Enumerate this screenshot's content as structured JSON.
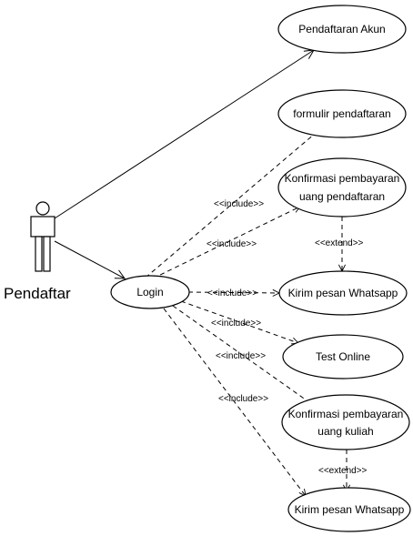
{
  "actor": {
    "name": "Pendaftar"
  },
  "use_cases": {
    "pendaftaran_akun": "Pendaftaran Akun",
    "formulir": "formulir pendaftaran",
    "konfirmasi_daftar_1": "Konfirmasi pembayaran",
    "konfirmasi_daftar_2": "uang pendaftaran",
    "login": "Login",
    "wa1": "Kirim pesan Whatsapp",
    "test_online": "Test Online",
    "konfirmasi_kuliah_1": "Konfirmasi pembayaran",
    "konfirmasi_kuliah_2": "uang kuliah",
    "wa2": "Kirim pesan Whatsapp"
  },
  "relations": {
    "include": "<<include>>",
    "extend": "<<extend>>"
  }
}
